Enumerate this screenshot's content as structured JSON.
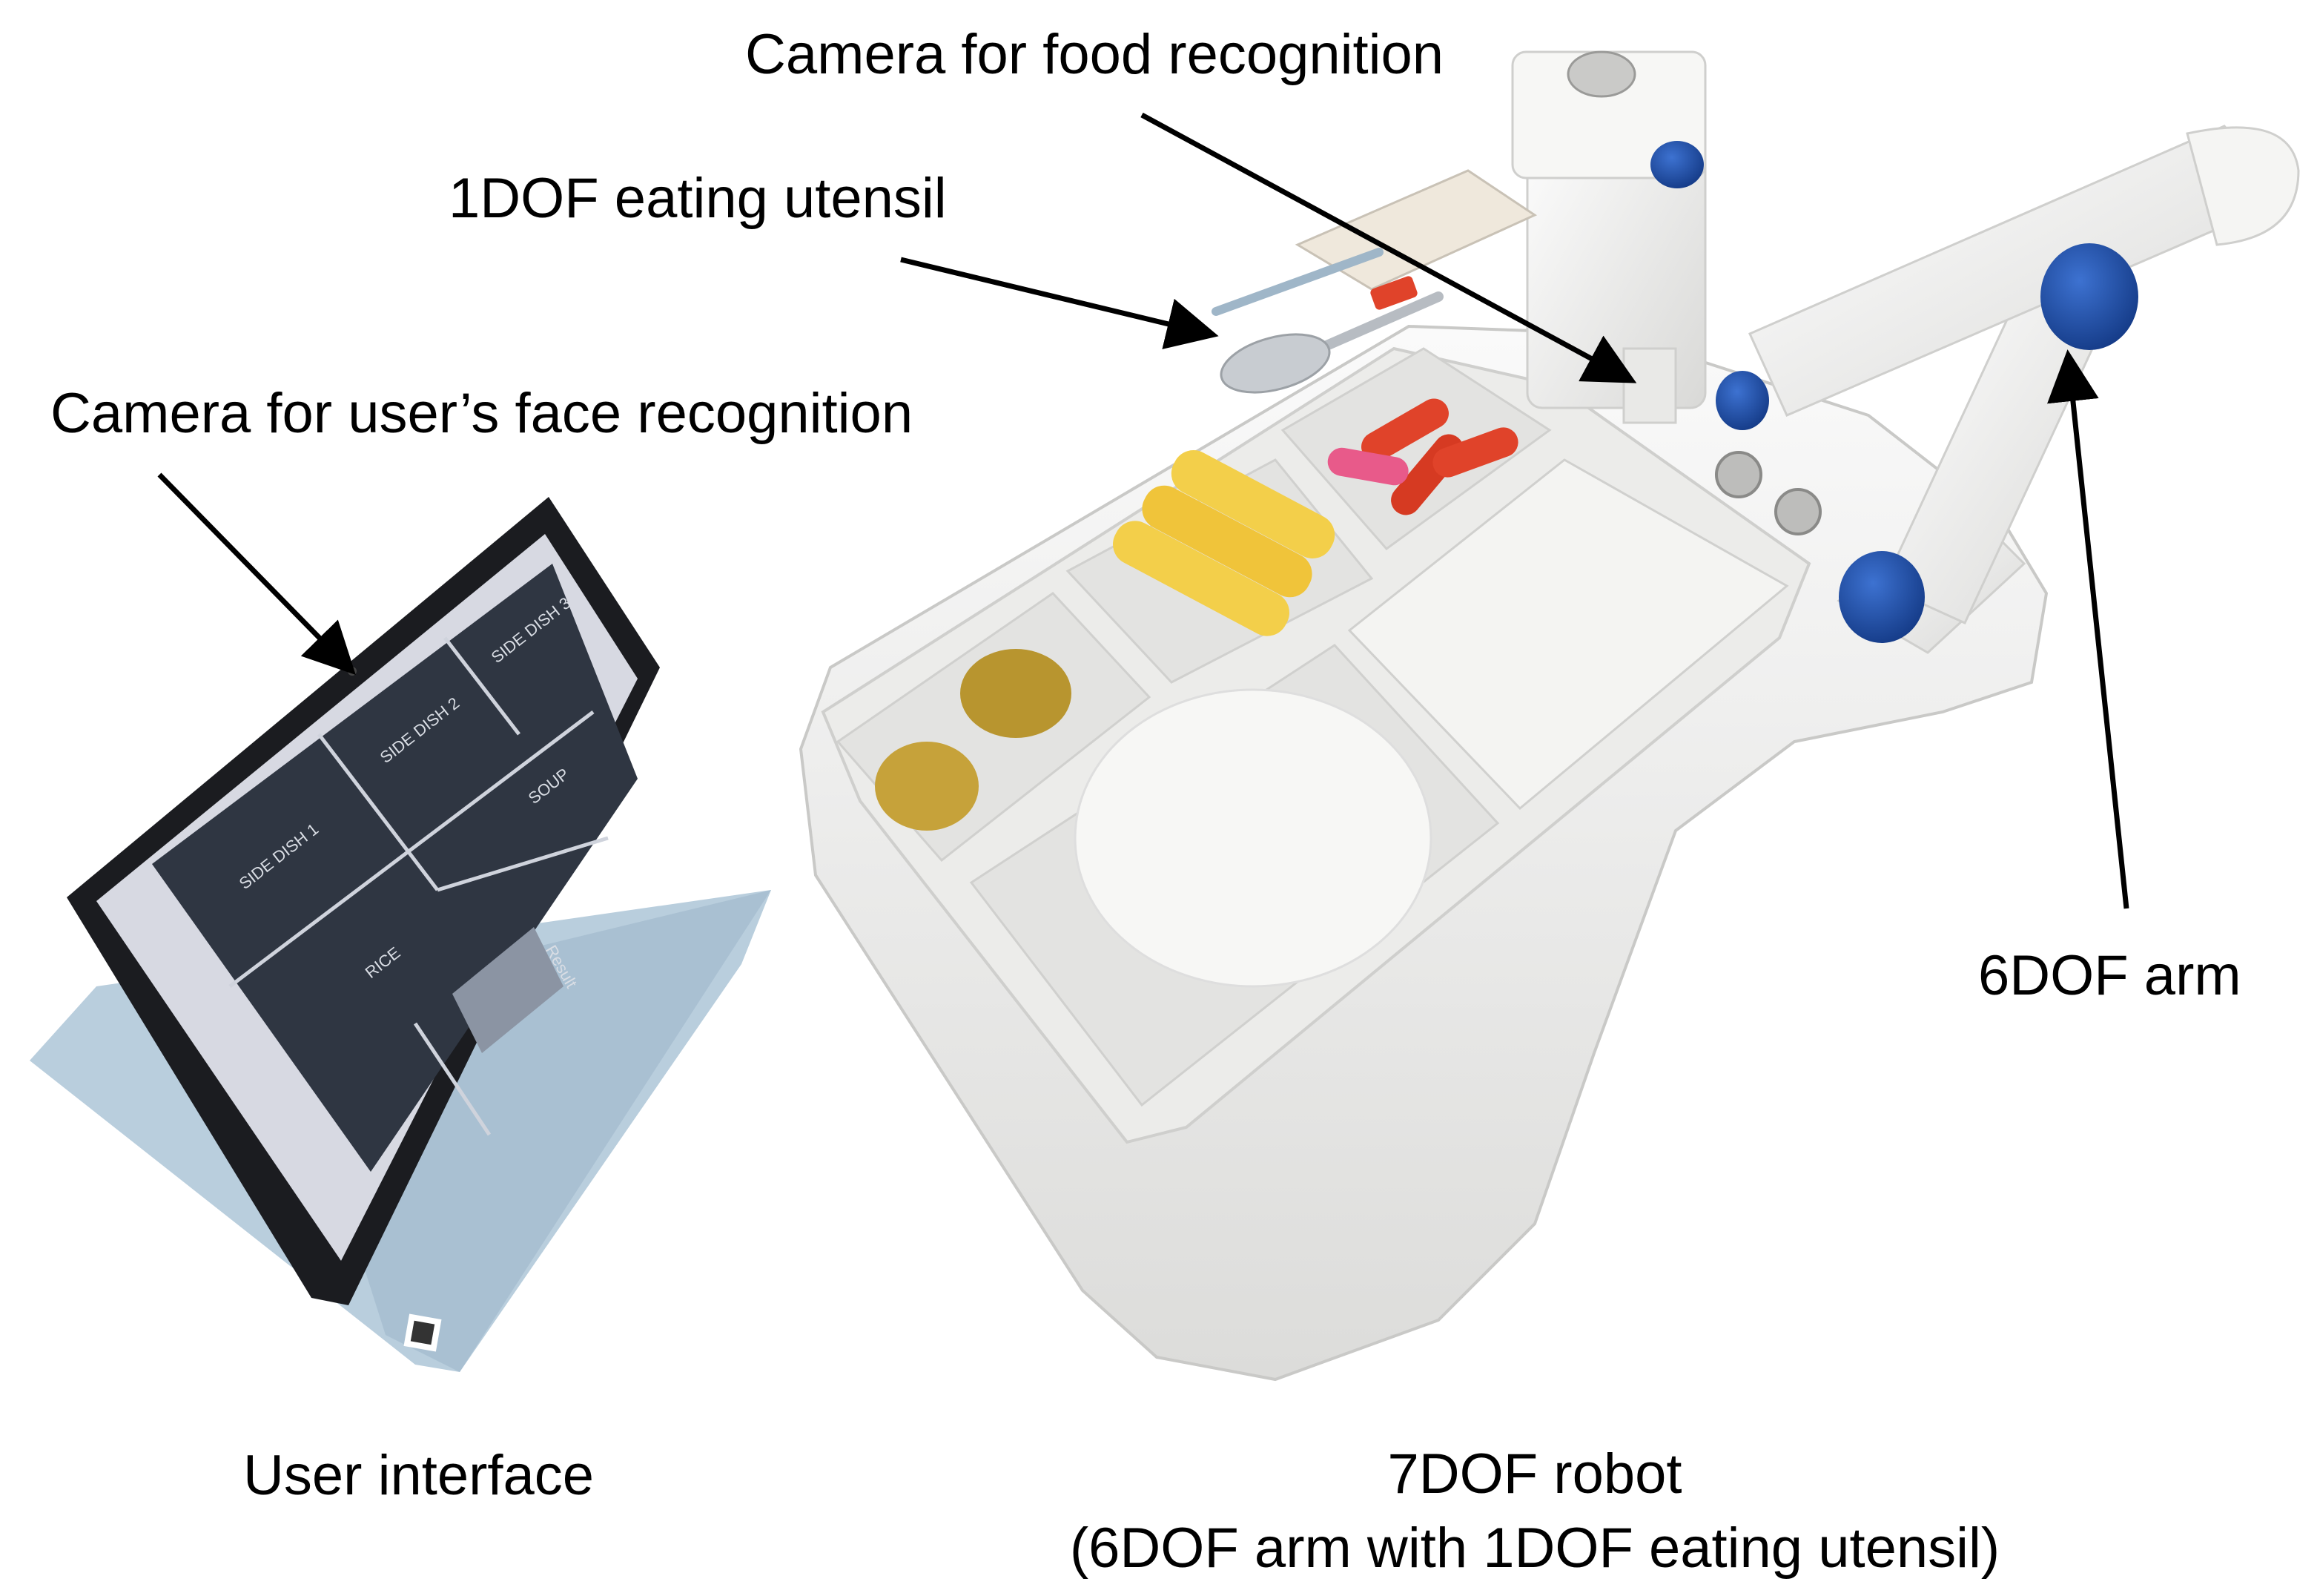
{
  "labels": {
    "camera_food": "Camera for food recognition",
    "utensil": "1DOF eating utensil",
    "camera_face": "Camera for user’s face recognition",
    "arm": "6DOF arm",
    "user_interface": "User interface",
    "robot_line1": "7DOF robot",
    "robot_line2": "(6DOF arm with 1DOF eating utensil)"
  },
  "tablet_ui": {
    "tile_1": "SIDE DISH 1",
    "tile_2": "SIDE DISH 2",
    "tile_3": "SIDE DISH 3",
    "tile_rice": "RICE",
    "tile_soup": "SOUP",
    "tile_result": "Result"
  },
  "colors": {
    "robot_white": "#f3f3f1",
    "robot_shadow": "#d8d8d6",
    "accent_blue": "#1f4fa8",
    "tablet_screen": "#2f3642",
    "tablet_case": "#b9cedd",
    "egg": "#f3cf4a",
    "sausage": "#e0432a",
    "pancake": "#c6a23a",
    "rice": "#f7f7f5"
  }
}
